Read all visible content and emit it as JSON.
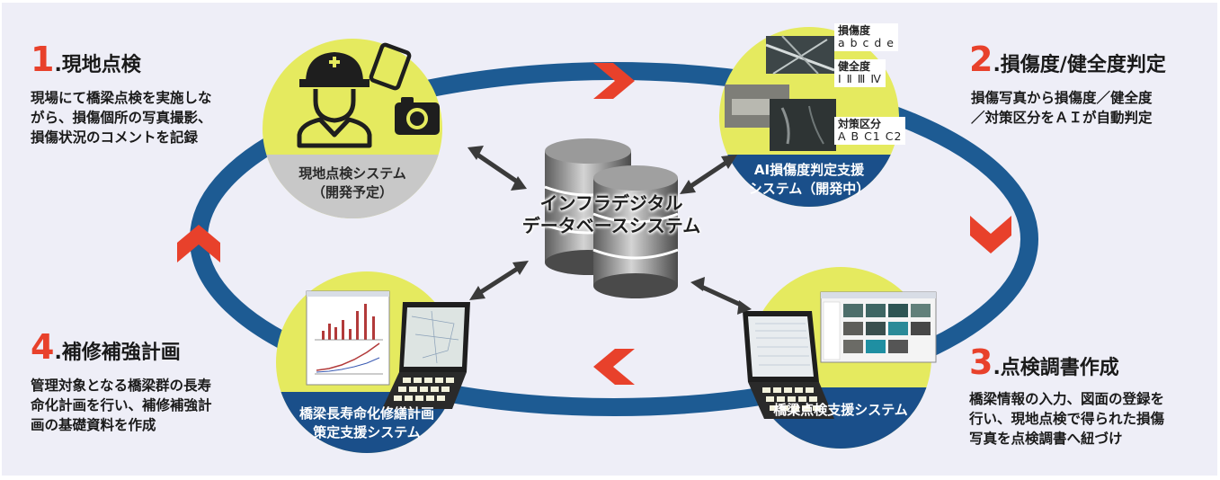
{
  "steps": [
    {
      "num": "1",
      "title": ".現地点検",
      "desc": "現場にて橋梁点検を実施しな\nがら、損傷個所の写真撮影、\n損傷状況のコメントを記録"
    },
    {
      "num": "2",
      "title": ".損傷度/健全度判定",
      "desc": "損傷写真から損傷度／健全度\n／対策区分をＡＩが自動判定"
    },
    {
      "num": "3",
      "title": ".点検調書作成",
      "desc": "橋梁情報の入力、図面の登録を\n行い、現地点検で得られた損傷\n写真を点検調書へ紐づけ"
    },
    {
      "num": "4",
      "title": ".補修補強計画",
      "desc": "管理対象となる橋梁群の長寿\n命化計画を行い、補修補強計\n画の基礎資料を作成"
    }
  ],
  "systems": {
    "field": "現地点検システム\n（開発予定）",
    "ai": "AI損傷度判定支援\nシステム（開発中）",
    "inspection": "橋梁点検支援システム",
    "plan": "橋梁長寿命化修繕計画\n策定支援システム"
  },
  "center": "インフラデジタル\nデータベースシステム",
  "ai_labels": {
    "damage_title": "損傷度",
    "damage_values": "a b c d e",
    "health_title": "健全度",
    "health_values": "Ⅰ  Ⅱ  Ⅲ  Ⅳ",
    "measure_title": "対策区分",
    "measure_values": "A B C1 C2"
  },
  "colors": {
    "ring": "#1d5b93",
    "circle": "#e5ea5f",
    "band_blue": "#1a4f8a",
    "band_gray": "#c8c8c8",
    "chevron": "#e8412b",
    "bg": "#eeeef7"
  }
}
